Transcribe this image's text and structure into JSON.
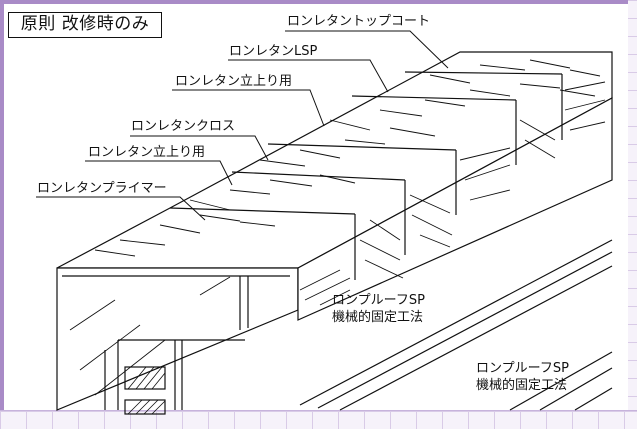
{
  "title": "原則 改修時のみ",
  "callouts": {
    "topcoat": "ロンレタントップコート",
    "lsp": "ロンレタンLSP",
    "upright_top": "ロンレタン立上り用",
    "cross": "ロンレタンクロス",
    "upright_bottom": "ロンレタン立上り用",
    "primer": "ロンレタンプライマー"
  },
  "substrate_labels": {
    "upper": {
      "line1": "ロンプルーフSP",
      "line2": "機械的固定工法"
    },
    "lower": {
      "line1": "ロンプルーフSP",
      "line2": "機械的固定工法"
    }
  },
  "colors": {
    "frame": "#a98bc7",
    "line": "#111111"
  }
}
